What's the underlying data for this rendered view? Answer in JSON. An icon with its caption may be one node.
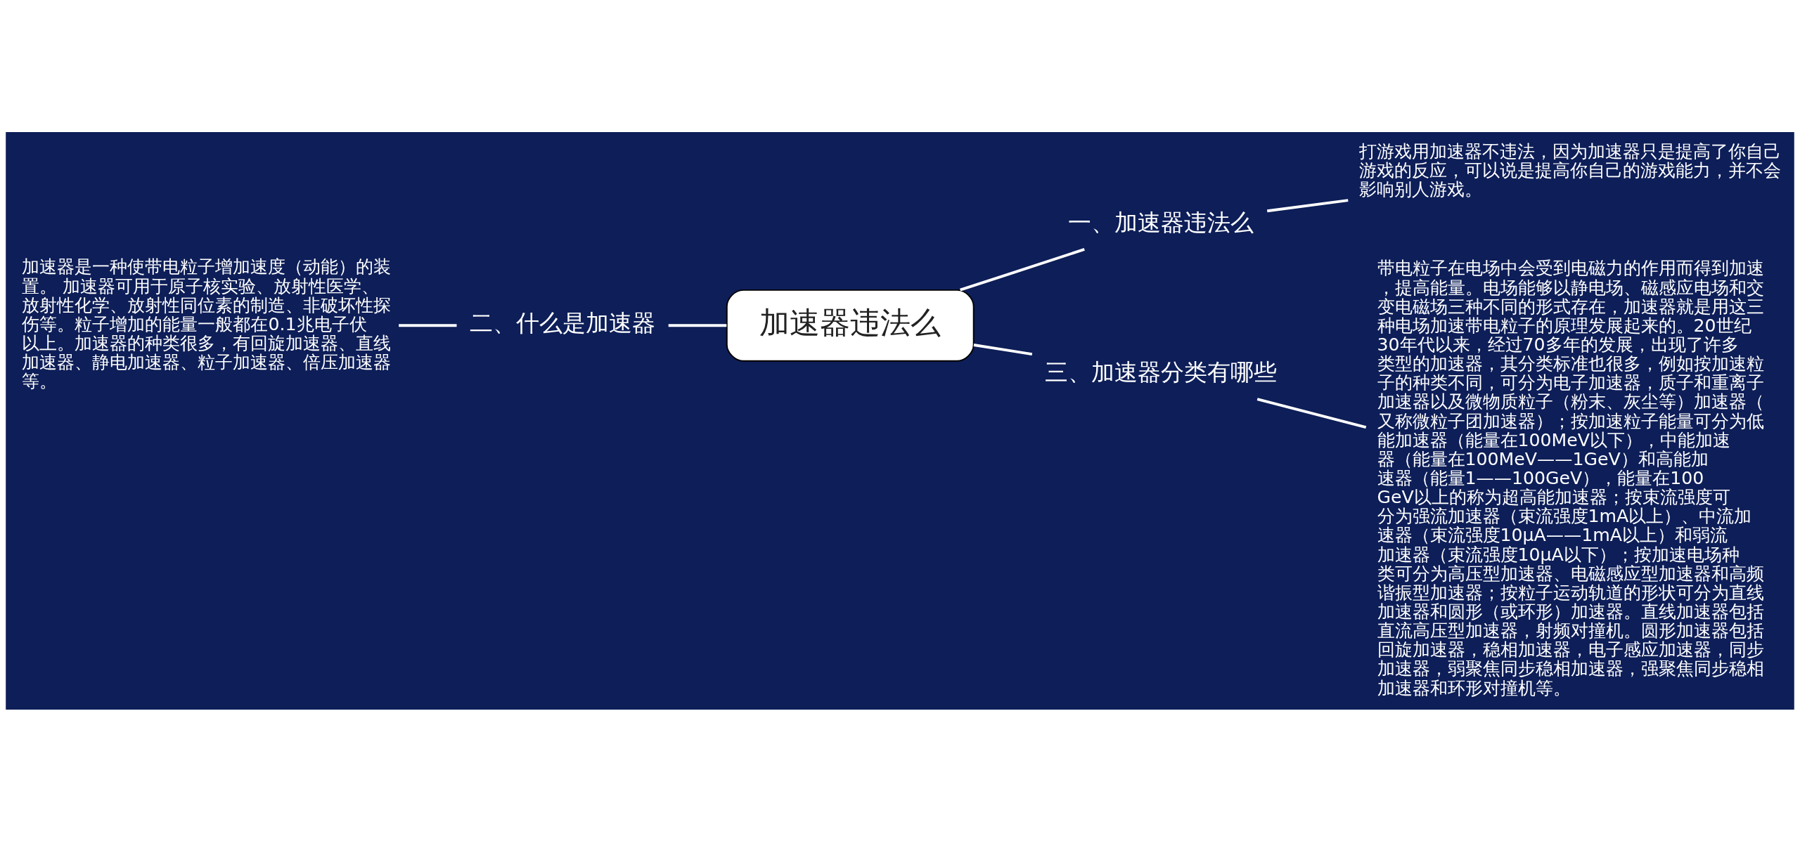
{
  "diagram": {
    "nodes": [
      {
        "text": [
          "加速器违法么"
        ]
      },
      {
        "text": [
          "一、加速器违法么"
        ]
      },
      {
        "text": [
          "打游戏用加速器不违法，因为加速器只是提高了你自己游戏的反应，可以说是提高你自己的游戏能力，并不会影响别人游戏。"
        ]
      },
      {
        "text": [
          "二、什么是加速器"
        ]
      },
      {
        "text": [
          "加速器是一种使带电粒子增加速度（动能）的装置。 加速器可用于原子核实验、放射性医学、放射性化学、放射性同位素的制造、非破坏性探伤等。粒子增加的能量一般都在0.1兆电子伏以上。加速器的种类很多，有回旋加速器、直线加速器、静电加速器、粒子加速器、倍压加速器等。"
        ]
      },
      {
        "text": [
          "三、加速器分类有哪些"
        ]
      },
      {
        "text": [
          "带电粒子在电场中会受到电磁力的作用而得到加速，提高能量。电场能够以静电场、磁感应电场和交变电磁场三种不同的形式存在，加速器就是用这三种电场加速带电粒子的原理发展起来的。20世纪30年代以来，经过70多年的发展，出现了许多类型的加速器，其分类标准也很多，例如按加速粒子的种类不同，可分为电子加速器，质子和重离子加速器以及微物质粒子（粉末、灰尘等）加速器（又称微粒子团加速器）；按加速粒子能量可分为低能加速器（能量在100MeV以下），中能加速器（能量在100MeV——1GeV）和高能加速器（能量1——100GeV），能量在100 GeV以上的称为超高能加速器；按束流强度可分为强流加速器（束流强度1mA以上）、中流加速器（束流强度10μA——1mA以上）和弱流加速器（束流强度10μA以下）；按加速电场种类可分为高压型加速器、电磁感应型加速器和高频谐振型加速器；按粒子运动轨道的形状可分为直线加速器和圆形（或环形）加速器。直线加速器包括直流高压型加速器，射频对撞机。圆形加速器包括回旋加速器，稳相加速器，电子感应加速器，同步加速器，弱聚焦同步稳相加速器，强聚焦同步稳相加速器和环形对撞机等。"
        ]
      }
    ],
    "edges": [
      {
        "from": 0,
        "to": 1,
        "arrow": "none"
      },
      {
        "from": 1,
        "to": 2,
        "arrow": "none"
      },
      {
        "from": 3,
        "to": 0,
        "arrow": "none"
      },
      {
        "from": 4,
        "to": 3,
        "arrow": "none"
      },
      {
        "from": 0,
        "to": 5,
        "arrow": "none"
      },
      {
        "from": 5,
        "to": 6,
        "arrow": "none"
      }
    ]
  }
}
